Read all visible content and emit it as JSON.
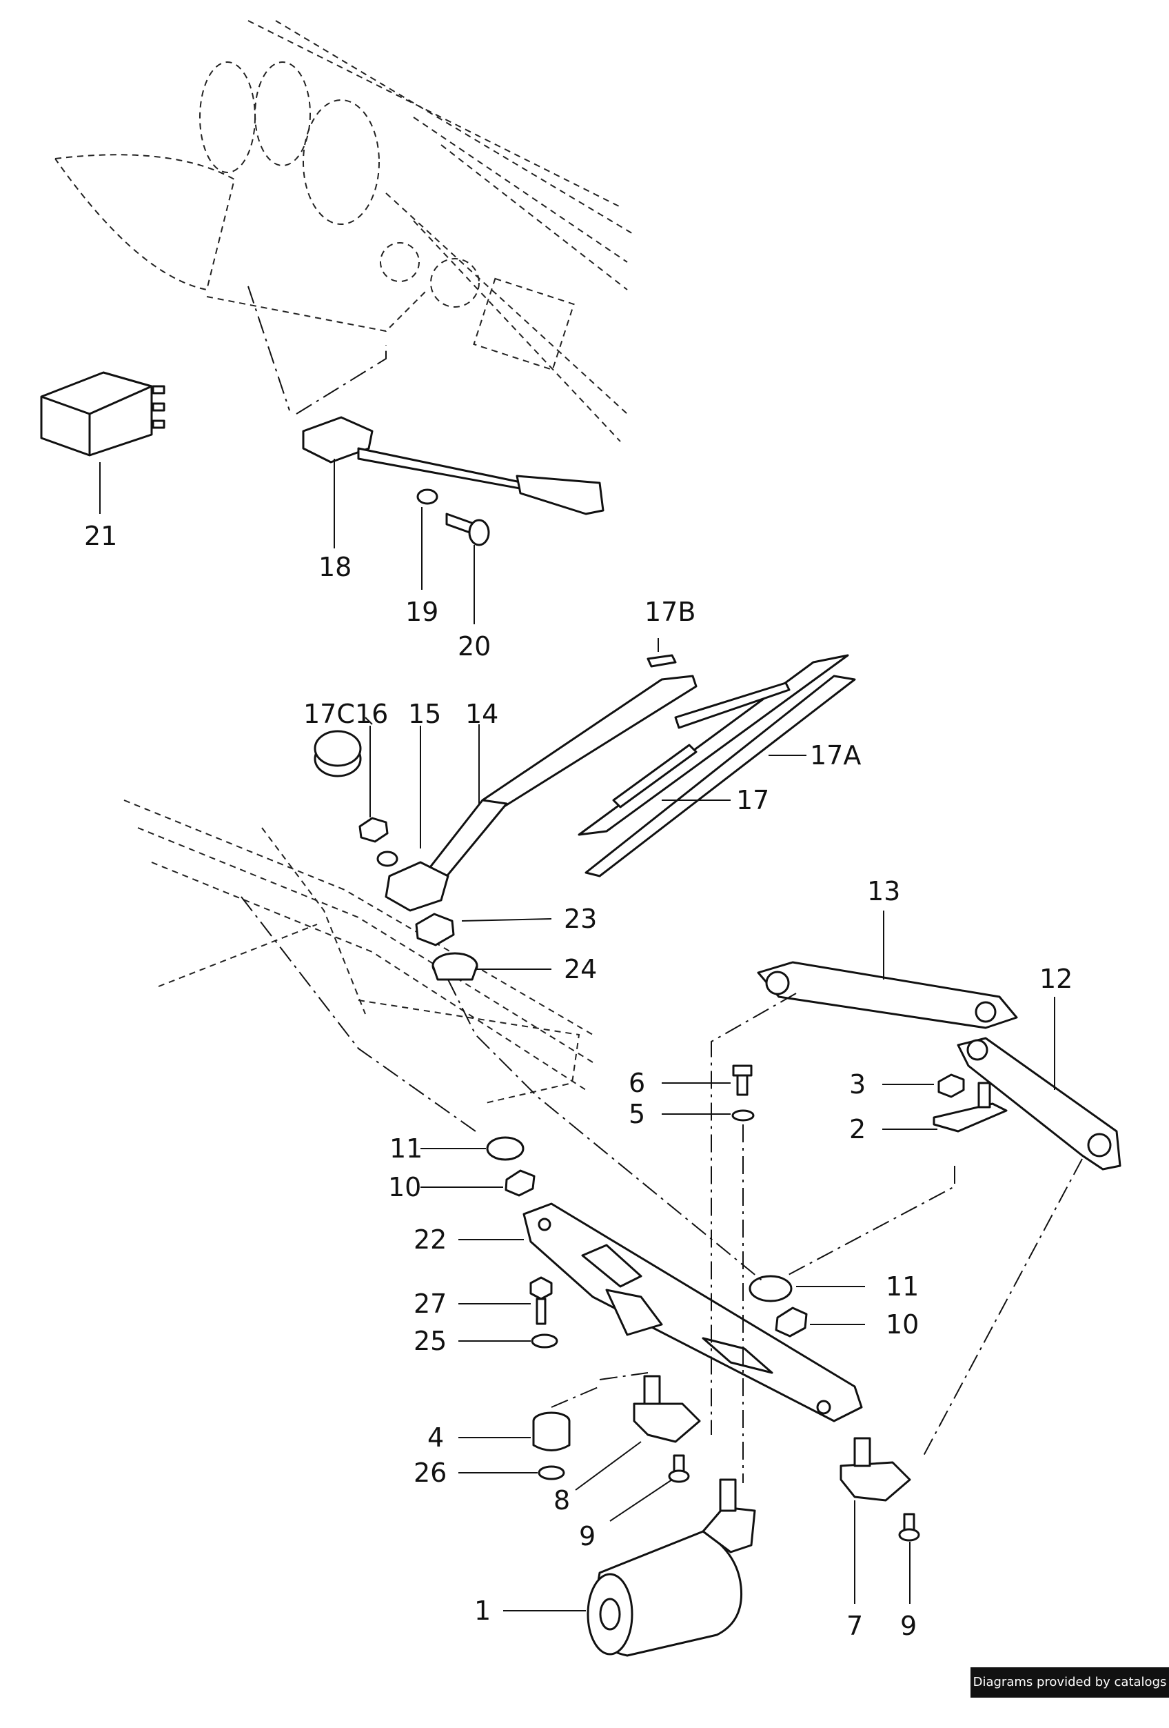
{
  "callouts": {
    "c1": "1",
    "c2": "2",
    "c3": "3",
    "c4": "4",
    "c5": "5",
    "c6": "6",
    "c7": "7",
    "c8": "8",
    "c9a": "9",
    "c9b": "9",
    "c10a": "10",
    "c10b": "10",
    "c11a": "11",
    "c11b": "11",
    "c12": "12",
    "c13": "13",
    "c14": "14",
    "c15": "15",
    "c16": "16",
    "c17": "17",
    "c17a": "17A",
    "c17b": "17B",
    "c17c": "17C",
    "c18": "18",
    "c19": "19",
    "c20": "20",
    "c21": "21",
    "c22": "22",
    "c23": "23",
    "c24": "24",
    "c25": "25",
    "c26": "26",
    "c27": "27"
  },
  "footer": {
    "credit": "Diagrams provided by catalogs parts"
  }
}
